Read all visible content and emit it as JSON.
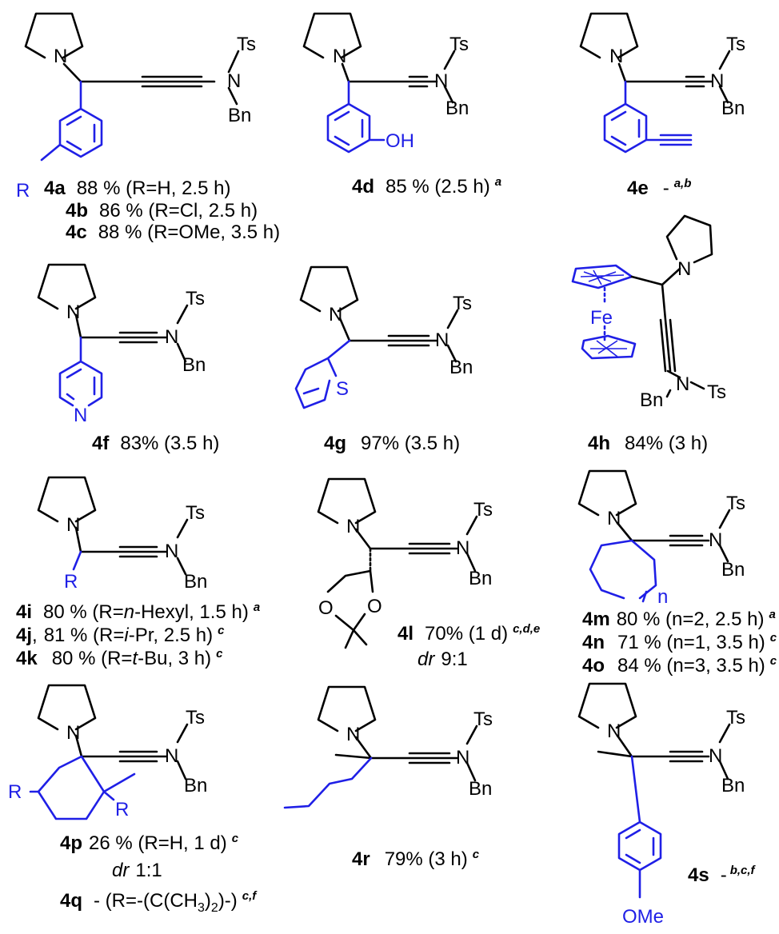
{
  "atoms": {
    "N": "N",
    "Ts": "Ts",
    "Bn": "Bn",
    "R": "R",
    "OH": "OH",
    "S": "S",
    "Fe": "Fe",
    "O": "O",
    "n": "n",
    "OMe": "OMe"
  },
  "compounds": {
    "c4a": {
      "id": "4a",
      "text": "88 % (R=H, 2.5 h)"
    },
    "c4b": {
      "id": "4b",
      "text": "86 % (R=Cl, 2.5 h)"
    },
    "c4c": {
      "id": "4c",
      "text": "88 % (R=OMe, 3.5 h)"
    },
    "c4d": {
      "id": "4d",
      "text": "85 % (2.5 h)",
      "note": "a"
    },
    "c4e": {
      "id": "4e",
      "text": "-",
      "note": "a,b"
    },
    "c4f": {
      "id": "4f",
      "text": "83% (3.5 h)"
    },
    "c4g": {
      "id": "4g",
      "text": "97% (3.5 h)"
    },
    "c4h": {
      "id": "4h",
      "text": "84% (3 h)"
    },
    "c4i": {
      "id": "4i",
      "t1": "80 % (R=",
      "it": "n",
      "t2": "-Hexyl, 1.5 h)",
      "note": "a"
    },
    "c4j": {
      "id": "4j",
      "t0": ",",
      "t1": "81 % (R=",
      "it": "i",
      "t2": "-Pr, 2.5 h)",
      "note": "c"
    },
    "c4k": {
      "id": "4k",
      "t1": "80 % (R=",
      "it": "t",
      "t2": "-Bu, 3 h)",
      "note": "c"
    },
    "c4l": {
      "id": "4l",
      "text": "70% (1 d)",
      "note": "c,d,e",
      "dr_label": "dr",
      "dr_value": "9:1"
    },
    "c4m": {
      "id": "4m",
      "text": "80 % (n=2, 2.5 h)",
      "note": "a"
    },
    "c4n": {
      "id": "4n",
      "text": "71 % (n=1, 3.5 h)",
      "note": "c"
    },
    "c4o": {
      "id": "4o",
      "text": "84 % (n=3, 3.5 h)",
      "note": "c"
    },
    "c4p": {
      "id": "4p",
      "text": "26 % (R=H, 1 d)",
      "note": "c",
      "dr_label": "dr",
      "dr_value": "1:1"
    },
    "c4q": {
      "id": "4q",
      "t1": "- (R=-(C(CH",
      "sub": "3",
      "t2": ")",
      "sub2": "2",
      "t3": ")-)",
      "note": "c,f"
    },
    "c4r": {
      "id": "4r",
      "text": "79% (3 h)",
      "note": "c"
    },
    "c4s": {
      "id": "4s",
      "text": "-",
      "note": "b,c,f"
    }
  },
  "colors": {
    "substituent": "#1f1fe6",
    "scaffold": "#000000"
  }
}
